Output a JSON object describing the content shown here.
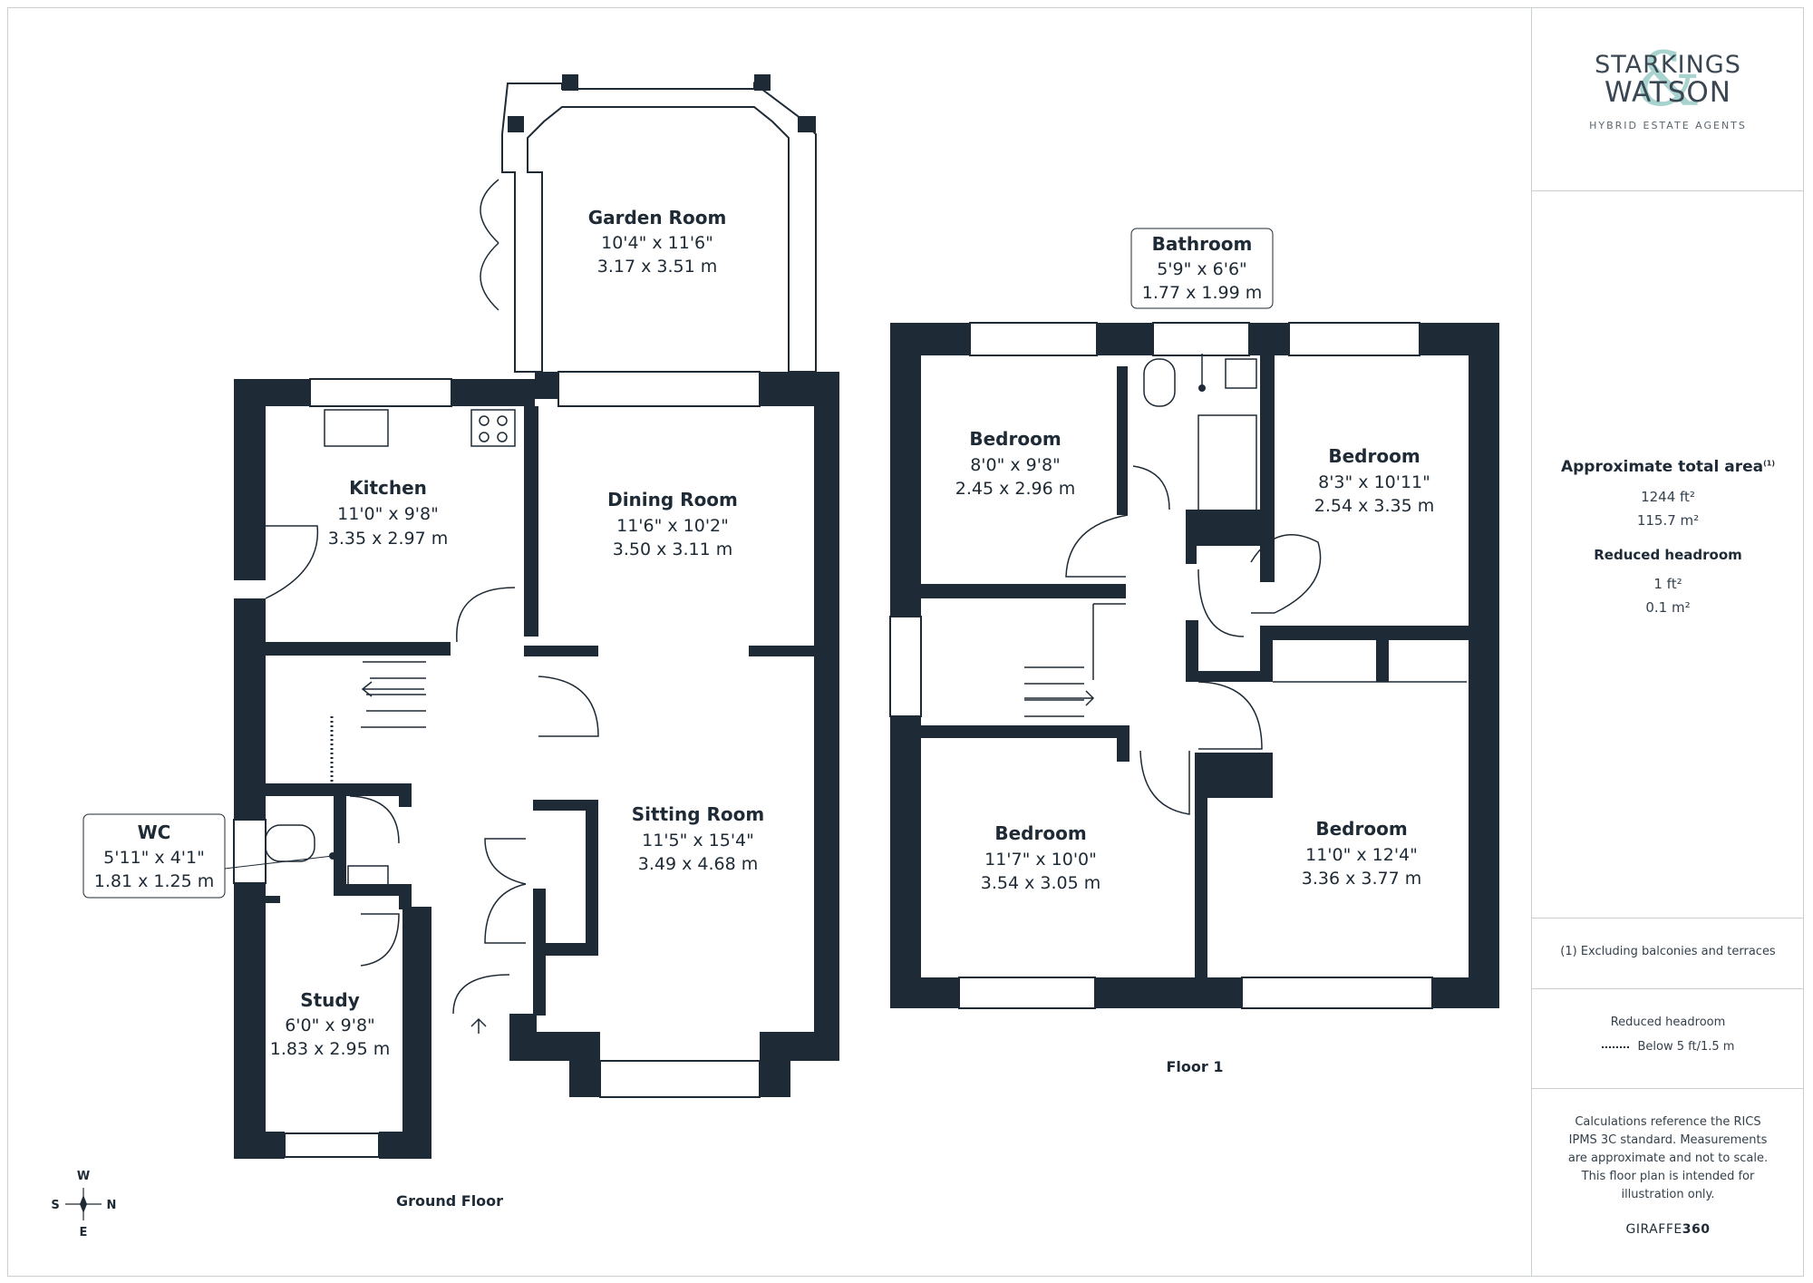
{
  "ground_floor": {
    "label": "Ground Floor",
    "rooms": [
      {
        "id": "garden-room",
        "name": "Garden Room",
        "imperial": "10'4\" x 11'6\"",
        "metric": "3.17 x 3.51 m"
      },
      {
        "id": "kitchen",
        "name": "Kitchen",
        "imperial": "11'0\" x 9'8\"",
        "metric": "3.35 x 2.97 m"
      },
      {
        "id": "dining-room",
        "name": "Dining Room",
        "imperial": "11'6\" x 10'2\"",
        "metric": "3.50 x 3.11 m"
      },
      {
        "id": "sitting-room",
        "name": "Sitting Room",
        "imperial": "11'5\" x 15'4\"",
        "metric": "3.49 x 4.68 m"
      },
      {
        "id": "wc",
        "name": "WC",
        "imperial": "5'11\" x 4'1\"",
        "metric": "1.81 x 1.25 m"
      },
      {
        "id": "study",
        "name": "Study",
        "imperial": "6'0\" x 9'8\"",
        "metric": "1.83 x 2.95 m"
      }
    ]
  },
  "floor_1": {
    "label": "Floor 1",
    "rooms": [
      {
        "id": "bathroom",
        "name": "Bathroom",
        "imperial": "5'9\" x 6'6\"",
        "metric": "1.77 x 1.99 m"
      },
      {
        "id": "bedroom-1",
        "name": "Bedroom",
        "imperial": "8'0\" x 9'8\"",
        "metric": "2.45 x 2.96 m"
      },
      {
        "id": "bedroom-2",
        "name": "Bedroom",
        "imperial": "8'3\" x 10'11\"",
        "metric": "2.54 x 3.35 m"
      },
      {
        "id": "bedroom-3",
        "name": "Bedroom",
        "imperial": "11'7\" x 10'0\"",
        "metric": "3.54 x 3.05 m"
      },
      {
        "id": "bedroom-4",
        "name": "Bedroom",
        "imperial": "11'0\" x 12'4\"",
        "metric": "3.36 x 3.77 m"
      }
    ]
  },
  "compass": {
    "w": "W",
    "s": "S",
    "n": "N",
    "e": "E"
  },
  "brand": {
    "line1": "STARKINGS",
    "line2": "WATSON",
    "tagline": "HYBRID ESTATE AGENTS",
    "ampersand": "&"
  },
  "area": {
    "title": "Approximate total area",
    "footnote_mark": "(1)",
    "sqft": "1244 ft²",
    "sqm": "115.7 m²",
    "reduced_title": "Reduced headroom",
    "reduced_sqft": "1 ft²",
    "reduced_sqm": "0.1 m²"
  },
  "footnote": "(1) Excluding balconies and terraces",
  "legend": {
    "title": "Reduced headroom",
    "item": "Below 5 ft/1.5 m"
  },
  "disclaimer": "Calculations reference the RICS IPMS 3C standard. Measurements are approximate and not to scale. This floor plan is intended for illustration only.",
  "credit": {
    "a": "GIRAFFE",
    "b": "360"
  },
  "colors": {
    "wall": "#1e2a35",
    "line": "#1e2a35",
    "accent": "#a9d3cf",
    "border": "#c9ced3"
  }
}
